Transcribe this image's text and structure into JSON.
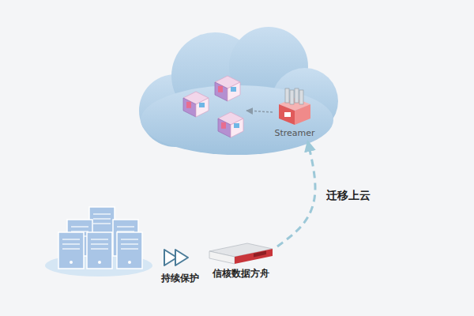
{
  "diagram": {
    "nodes": [
      {
        "text": [
          "Streamer"
        ]
      },
      {
        "text": [
          "信核数据方舟"
        ]
      }
    ],
    "edges": [
      {
        "from": 1,
        "to": 0,
        "label": "迁移上云",
        "arrow": "to"
      }
    ],
    "labels": [
      "持续保护"
    ]
  }
}
